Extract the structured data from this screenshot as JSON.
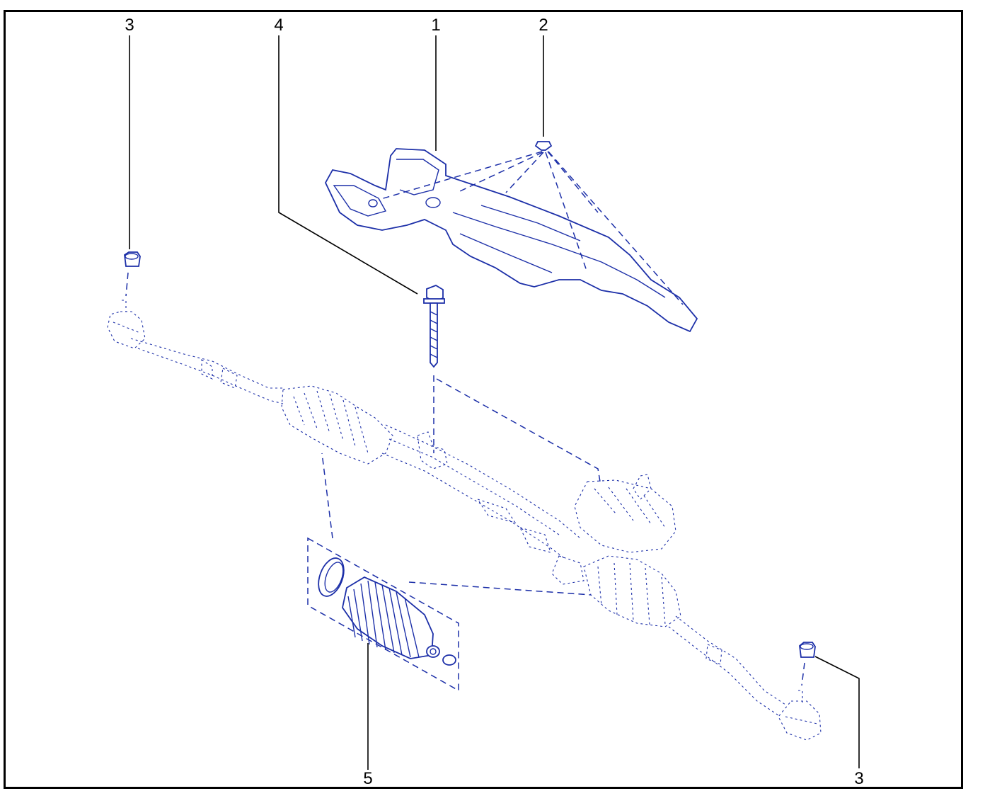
{
  "diagram": {
    "colors": {
      "line": "#1c2fa8",
      "leader": "#000000",
      "frame": "#000000"
    },
    "callouts": {
      "heat_shield": "1",
      "push_pin": "2",
      "tie_rod_nut_left": "3",
      "tie_rod_nut_right": "3",
      "mounting_bolt": "4",
      "boot_kit": "5"
    }
  }
}
